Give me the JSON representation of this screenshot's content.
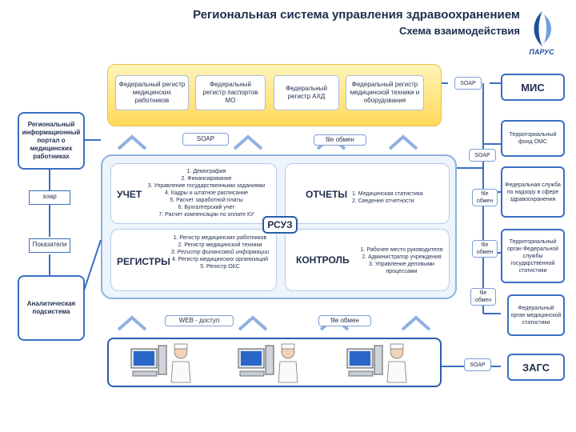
{
  "header": {
    "title": "Региональная система управления здравоохранением",
    "subtitle": "Схема взаимодействия",
    "logo_text": "ПАРУС"
  },
  "federal_registers": [
    "Федеральный регистр медицинских работников",
    "Федеральный регистр паспортов МО",
    "Федеральный регистр АХД",
    "Федеральный регистр медицинской техники и оборудования"
  ],
  "top_links": {
    "soap": "SOAP",
    "file": "file обмен"
  },
  "bottom_links": {
    "web": "WEB - доступ",
    "file": "file обмен"
  },
  "center": {
    "label": "РСУЗ",
    "uchet": {
      "title": "УЧЕТ",
      "items": [
        "1. Демография",
        "2. Финансирование",
        "3. Управление государственными заданиями",
        "4. Кадры и штатное расписание",
        "5. Расчет заработной платы",
        "6. Бухгалтерский учет",
        "7. Расчет компенсации по оплате КУ"
      ]
    },
    "otchety": {
      "title": "ОТЧЕТЫ",
      "items": [
        "1. Медицинская статистика",
        "2. Сведение отчетности"
      ]
    },
    "registry": {
      "title": "РЕГИСТРЫ",
      "items": [
        "1. Регистр медицинских работников",
        "2. Регистр медицинской техники",
        "3. Регистр финансовой информации",
        "4. Регистр медицинских организаций",
        "5. Регистр ОКС"
      ]
    },
    "kontrol": {
      "title": "КОНТРОЛЬ",
      "items": [
        "1. Рабочее место руководителя",
        "2. Администратор учреждения",
        "3. Управление деловыми процессами"
      ]
    }
  },
  "left": {
    "portal": "Региональный информационный портал о медицинских работниках",
    "soap": "soap",
    "indicators": "Показатели",
    "analytics": "Аналитическая подсистема"
  },
  "right": {
    "mis": "МИС",
    "mis_link": "SOAP",
    "foms": "Территориальный фонд ОМС",
    "foms_link": "SOAP",
    "roszdrav": "Федеральная служба по надзору в сфере здравоохранения",
    "roszdrav_link": "file обмен",
    "rosstat": "Территориальный орган Федеральной службы государственной статистики",
    "rosstat_link": "file обмен",
    "fed_stat": "Федеральный орган медицинской статистики",
    "fed_stat_link": "file обмен",
    "zags": "ЗАГС",
    "zags_link": "SOAP"
  },
  "colors": {
    "accent_blue": "#2a5caa",
    "light_blue": "#8fb0e0",
    "yellow": "#ffd95a",
    "text": "#1f2d4d"
  }
}
